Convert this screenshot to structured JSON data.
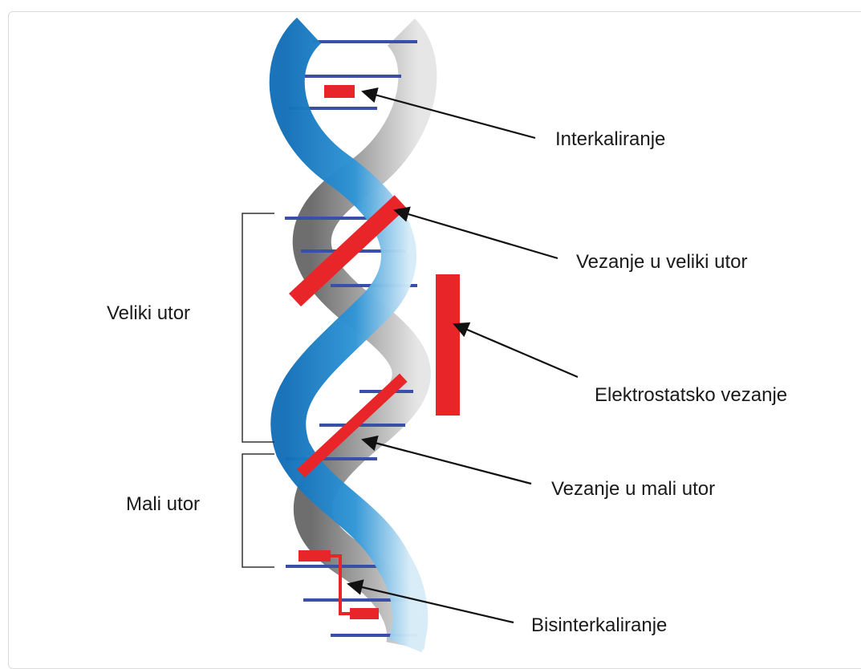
{
  "diagram": {
    "labels": {
      "intercalation": "Interkaliranje",
      "major_groove_binding": "Vezanje u veliki utor",
      "electrostatic_binding": "Elektrostatsko vezanje",
      "minor_groove_binding": "Vezanje u mali utor",
      "bisintercalation": "Bisinterkaliranje",
      "major_groove": "Veliki utor",
      "minor_groove": "Mali utor"
    },
    "colors": {
      "strand_front": "#1f83c8",
      "strand_back": "#8c8c8c",
      "base_pair": "#3a4fa8",
      "ligand": "#e8262a",
      "arrow": "#111111"
    }
  }
}
